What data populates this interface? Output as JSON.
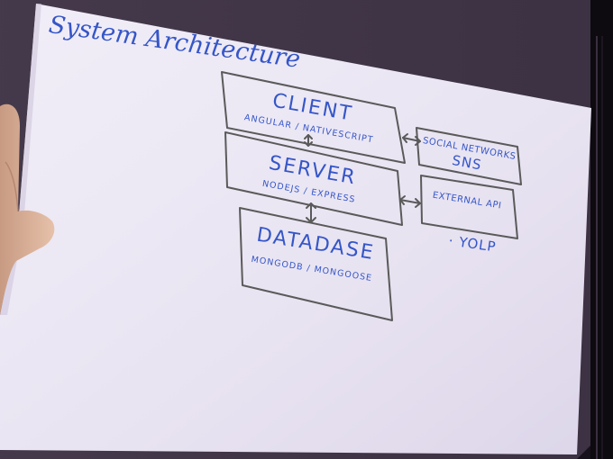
{
  "board": {
    "title": "System Architecture"
  },
  "boxes": {
    "client": {
      "title": "CLIENT",
      "subtitle": "ANGULAR / NATIVESCRIPT"
    },
    "server": {
      "title": "SERVER",
      "subtitle": "NODEJS / EXPRESS"
    },
    "database": {
      "title": "DATADASE",
      "subtitle": "MONGODB / MONGOOSE"
    },
    "social": {
      "title": "SOCIAL NETWORKS",
      "subtitle": "SNS"
    },
    "external": {
      "title": "EXTERNAL API",
      "note": "· YOLP"
    }
  },
  "colors": {
    "ink_blue": "#3556c8",
    "ink_gray": "#5a5a5a",
    "board": "#ece8f4"
  }
}
